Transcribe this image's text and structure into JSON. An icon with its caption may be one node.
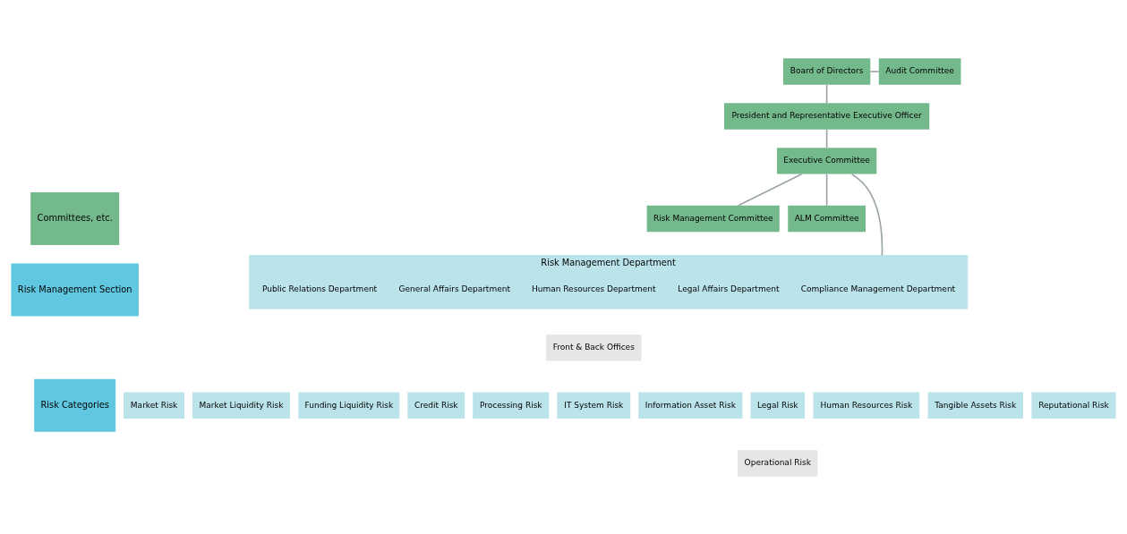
{
  "diagram": {
    "nodes": [
      {
        "text": [
          "Committees, etc."
        ]
      },
      {
        "text": [
          "Board of Directors"
        ]
      },
      {
        "text": [
          "Audit Committee"
        ]
      },
      {
        "text": [
          "President and Representative Executive Officer"
        ]
      },
      {
        "text": [
          "Executive Committee"
        ]
      },
      {
        "text": [
          "Risk Management Committee"
        ]
      },
      {
        "text": [
          "ALM Committee"
        ]
      },
      {
        "text": [
          "Risk Management Section"
        ]
      },
      {
        "text": [
          "Risk Management Department"
        ]
      },
      {
        "text": [
          "Compliance Management Department"
        ],
        "in": 8
      },
      {
        "text": [
          "Legal Affairs Department"
        ],
        "in": 8
      },
      {
        "text": [
          "Human Resources Department"
        ],
        "in": 8
      },
      {
        "text": [
          "General Affairs Department"
        ],
        "in": 8
      },
      {
        "text": [
          "Public Relations Department"
        ],
        "in": 8
      },
      {
        "text": [
          "Front & Back Offices"
        ]
      },
      {
        "text": [
          "Risk Categories"
        ]
      },
      {
        "text": [
          "Market Risk"
        ]
      },
      {
        "text": [
          "Market Liquidity Risk"
        ]
      },
      {
        "text": [
          "Funding Liquidity Risk"
        ]
      },
      {
        "text": [
          "Credit Risk"
        ]
      },
      {
        "text": [
          "Processing Risk"
        ]
      },
      {
        "text": [
          "IT System Risk"
        ]
      },
      {
        "text": [
          "Information Asset Risk"
        ]
      },
      {
        "text": [
          "Legal Risk"
        ]
      },
      {
        "text": [
          "Human Resources Risk"
        ]
      },
      {
        "text": [
          "Tangible Assets Risk"
        ]
      },
      {
        "text": [
          "Reputational Risk"
        ]
      },
      {
        "text": [
          "Operational Risk"
        ]
      }
    ],
    "edges": [
      {
        "from": 1,
        "to": 2,
        "arrow": "none"
      },
      {
        "from": 1,
        "to": 3,
        "arrow": "none"
      },
      {
        "from": 3,
        "to": 4,
        "arrow": "none"
      },
      {
        "from": 4,
        "to": 5,
        "arrow": "none"
      },
      {
        "from": 4,
        "to": 6,
        "arrow": "none"
      },
      {
        "from": 4,
        "to": 8,
        "arrow": "none"
      }
    ]
  }
}
